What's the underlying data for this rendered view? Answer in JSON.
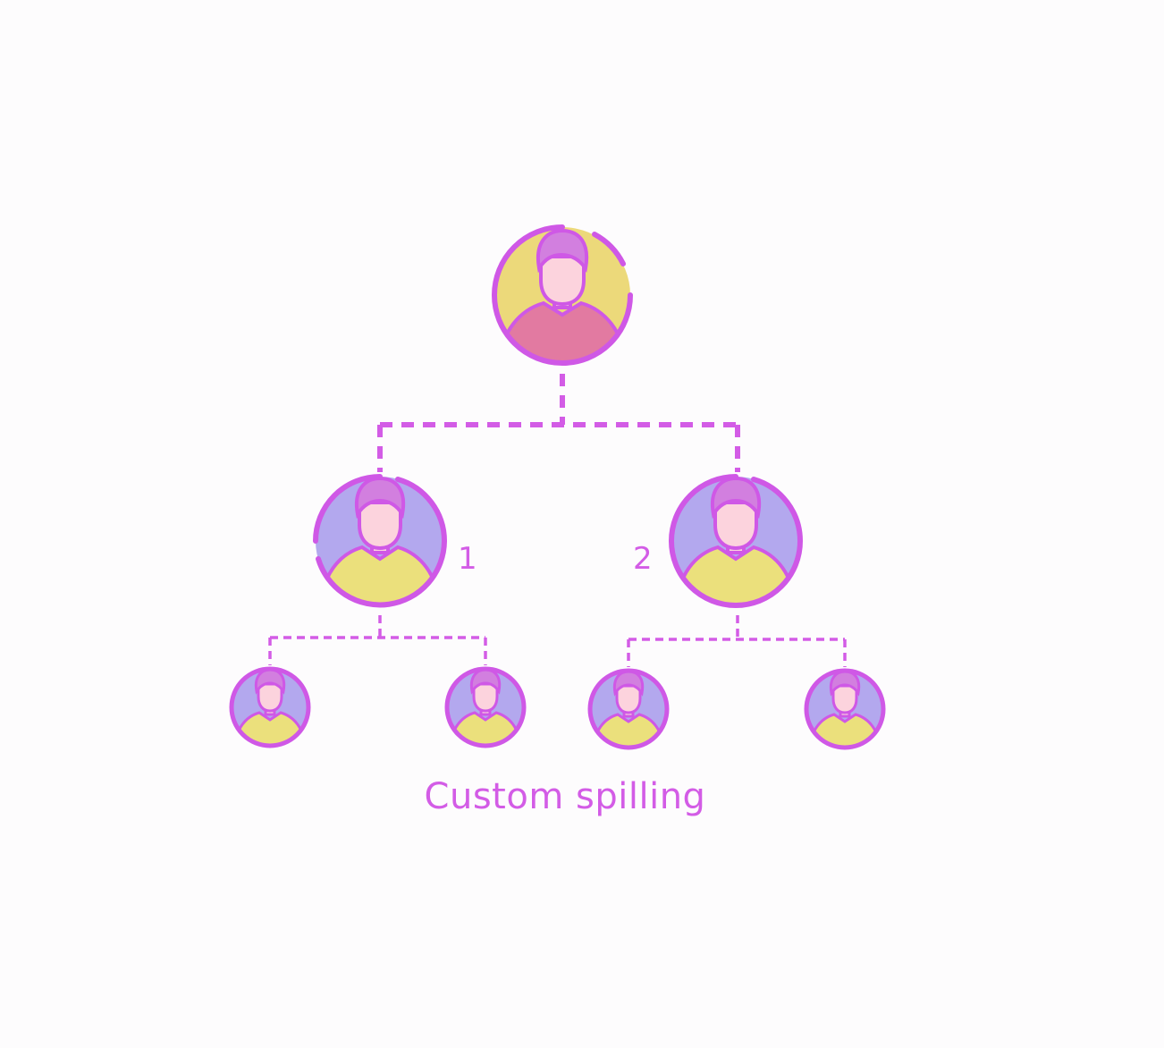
{
  "caption": "Custom spilling",
  "labels": {
    "left": "1",
    "right": "2"
  },
  "colors": {
    "accent": "#d35ce6",
    "connector": "#d35ce6",
    "ring": "#cf58e6",
    "root_bg": "#ecd97a",
    "child_bg": "#b3a8ee",
    "root_shirt": "#e27aa1",
    "child_shirt": "#ebe07c",
    "skin": "#fcd3dd",
    "hair": "#d27fdf"
  }
}
